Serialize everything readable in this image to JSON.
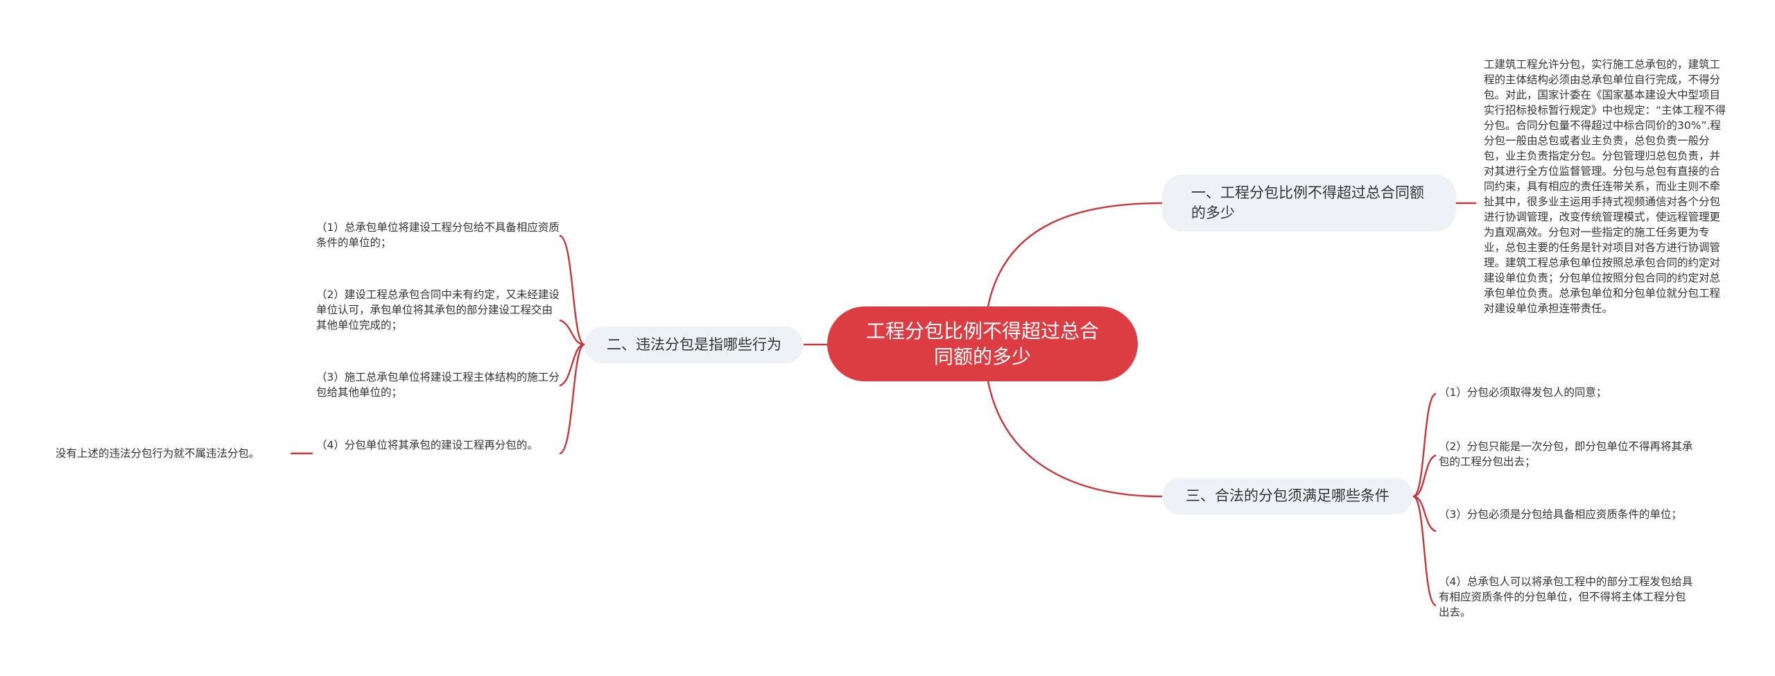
{
  "mindmap": {
    "root": {
      "label": "工程分包比例不得超过总合同额的多少"
    },
    "branches": [
      {
        "label": "一、工程分包比例不得超过总合同额的多少",
        "children": [
          "工建筑工程允许分包，实行施工总承包的，建筑工程的主体结构必须由总承包单位自行完成，不得分包。对此，国家计委在《国家基本建设大中型项目实行招标投标暂行规定》中也规定：“主体工程不得分包。合同分包量不得超过中标合同价的30%”.程分包一般由总包或者业主负责，总包负责一般分包，业主负责指定分包。分包管理归总包负责，并对其进行全方位监督管理。分包与总包有直接的合同约束，具有相应的责任连带关系，而业主则不牵扯其中，很多业主运用手持式视频通信对各个分包进行协调管理，改变传统管理模式，使远程管理更为直观高效。分包对一些指定的施工任务更为专业，总包主要的任务是针对项目对各方进行协调管理。建筑工程总承包单位按照总承包合同的约定对建设单位负责；分包单位按照分包合同的约定对总承包单位负责。总承包单位和分包单位就分包工程对建设单位承担连带责任。"
        ]
      },
      {
        "label": "二、违法分包是指哪些行为",
        "children": [
          "（1）总承包单位将建设工程分包给不具备相应资质条件的单位的；",
          "（2）建设工程总承包合同中未有约定，又未经建设单位认可，承包单位将其承包的部分建设工程交由其他单位完成的；",
          "（3）施工总承包单位将建设工程主体结构的施工分包给其他单位的；",
          "（4）分包单位将其承包的建设工程再分包的。"
        ],
        "grandchild": "没有上述的违法分包行为就不属违法分包。"
      },
      {
        "label": "三、合法的分包须满足哪些条件",
        "children": [
          "（1）分包必须取得发包人的同意；",
          "（2）分包只能是一次分包，即分包单位不得再将其承包的工程分包出去；",
          "（3）分包必须是分包给具备相应资质条件的单位；",
          "（4）总承包人可以将承包工程中的部分工程发包给具有相应资质条件的分包单位，但不得将主体工程分包出去。"
        ]
      }
    ],
    "colors": {
      "root_fill": "#dc3d42",
      "branch_fill": "#eef1f5",
      "edge": "#c8353a",
      "text": "#333333"
    }
  }
}
